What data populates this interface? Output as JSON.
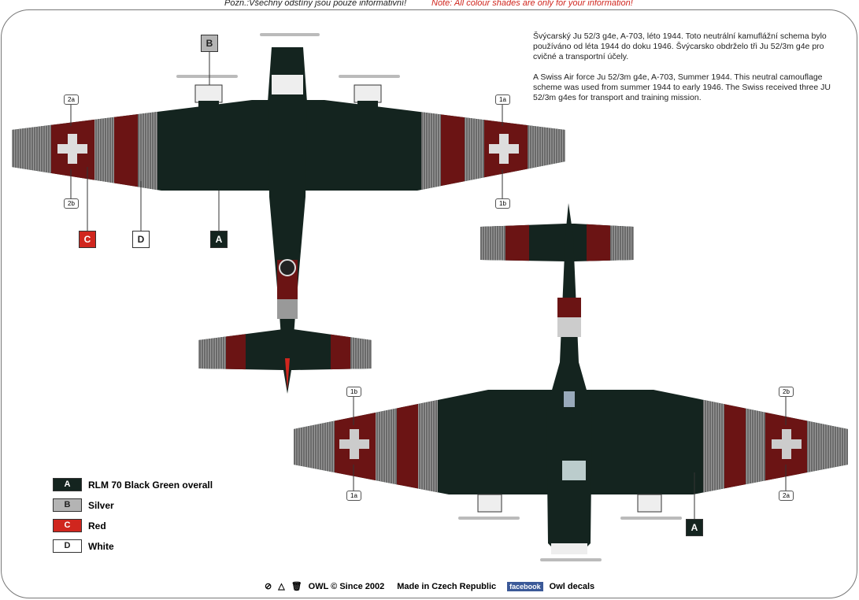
{
  "header": {
    "note_cz": "Pozn.:Všechny odstíny jsou pouze informativní!",
    "note_en": "Note: All colour shades are only for your information!"
  },
  "description": {
    "cz": "Švýcarský Ju 52/3 g4e,  A-703, léto 1944. Toto neutrální kamuflážní schema bylo používáno od léta 1944 do doku 1946. Švýcarsko obdrželo tři Ju 52/3m g4e pro cvičné a transportní účely.",
    "en": "A Swiss Air force Ju 52/3m g4e,  A-703, Summer 1944. This neutral camouflage scheme was used from summer 1944 to early 1946. The Swiss received three JU 52/3m g4es for transport and training mission."
  },
  "decal_tags": {
    "t2a": "2a",
    "t2b": "2b",
    "t1a": "1a",
    "t1b": "1b"
  },
  "color_codes": {
    "a": "A",
    "b": "B",
    "c": "C",
    "d": "D"
  },
  "legend": [
    {
      "code": "A",
      "label": "RLM 70 Black Green overall",
      "color": "#14241f"
    },
    {
      "code": "B",
      "label": "Silver",
      "color": "#b4b4b4"
    },
    {
      "code": "C",
      "label": "Red",
      "color": "#d0261e"
    },
    {
      "code": "D",
      "label": "White",
      "color": "#ffffff"
    }
  ],
  "footer": {
    "brand": "OWL © Since  2002",
    "made_in": "Made in Czech Republic",
    "facebook": "facebook",
    "owl": "Owl decals"
  }
}
